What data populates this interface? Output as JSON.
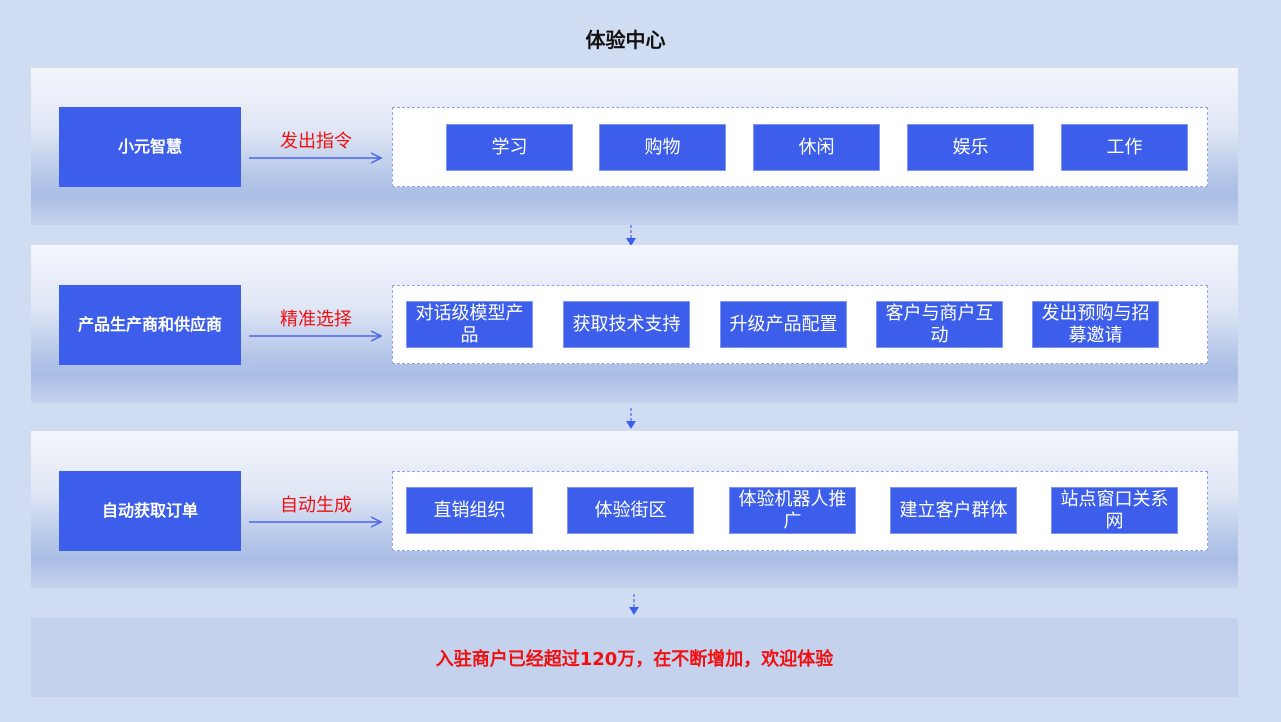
{
  "title": "体验中心",
  "rows": [
    {
      "lead": "小元智慧",
      "action": "发出指令",
      "items": [
        "学习",
        "购物",
        "休闲",
        "娱乐",
        "工作"
      ]
    },
    {
      "lead": "产品生产商和供应商",
      "action": "精准选择",
      "items": [
        "对话级模型产品",
        "获取技术支持",
        "升级产品配置",
        "客户与商户互动",
        "发出预购与招募邀请"
      ]
    },
    {
      "lead": "自动获取订单",
      "action": "自动生成",
      "items": [
        "直销组织",
        "体验街区",
        "体验机器人推广",
        "建立客户群体",
        "站点窗口关系网"
      ]
    }
  ],
  "footer": "入驻商户已经超过120万，在不断增加，欢迎体验"
}
